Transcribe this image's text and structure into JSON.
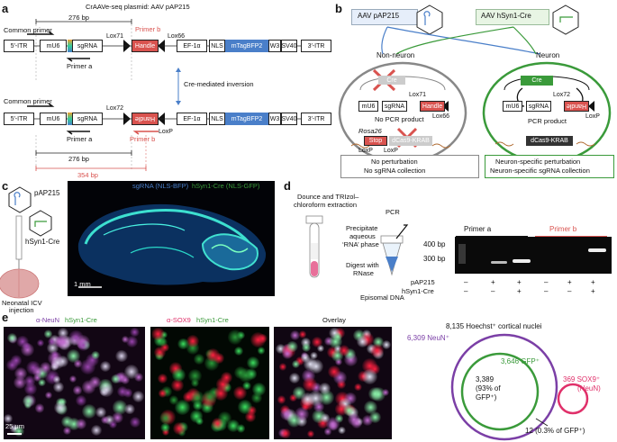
{
  "panel_labels": [
    "a",
    "b",
    "c",
    "d",
    "e"
  ],
  "a": {
    "title": "CrAAVe-seq plasmid: AAV pAP215",
    "bp_top": "276 bp",
    "common_primer_1": "Common primer",
    "common_primer_2": "Common primer",
    "primer_a_1": "Primer a",
    "primer_a_2": "Primer a",
    "primer_b_1": "Primer b",
    "primer_b_2": "Primer b",
    "lox66": "Lox66",
    "lox71": "Lox71",
    "lox72": "Lox72",
    "loxp": "LoxP",
    "inversion": "Cre-mediated inversion",
    "itr5": "5′-ITR",
    "mu6": "mU6",
    "sgrna": "sgRNA",
    "handle": "Handle",
    "ef1a": "EF-1α",
    "nls": "NLS",
    "mtag": "mTagBFP2",
    "w3": "W3",
    "sv40": "SV40",
    "itr3": "3′-ITR",
    "bp_bottom_black": "276 bp",
    "bp_bottom_red": "354 bp"
  },
  "b": {
    "aav_left": "AAV pAP215",
    "aav_right": "AAV hSyn1-Cre",
    "non_neuron": "Non-neuron",
    "neuron": "Neuron",
    "cre": "Cre",
    "no_pcr": "No PCR product",
    "pcr": "PCR product",
    "rosa26": "Rosa26",
    "stop": "Stop",
    "dcas9": "dCas9-KRAB",
    "mu6": "mU6",
    "sgrna": "sgRNA",
    "handle": "Handle",
    "lox71": "Lox71",
    "lox66": "Lox66",
    "lox72": "Lox72",
    "loxp": "LoxP",
    "no_perturb_1": "No perturbation",
    "no_perturb_2": "No sgRNA collection",
    "neuron_perturb_1": "Neuron-specific perturbation",
    "neuron_perturb_2": "Neuron-specific sgRNA collection"
  },
  "c": {
    "pap": "pAP215",
    "hsyn": "hSyn1-Cre",
    "injection_1": "Neonatal ICV",
    "injection_2": "injection",
    "legend_blue": "sgRNA (NLS-BFP)",
    "legend_green": "hSyn1-Cre (NLS-GFP)",
    "scale": "1 mm"
  },
  "d": {
    "step1_1": "Dounce and TRIzol–",
    "step1_2": "chloroform extraction",
    "step2_1": "Precipitate",
    "step2_2": "aqueous",
    "step2_3": "‘RNA’ phase",
    "step3_1": "Digest with",
    "step3_2": "RNase",
    "pcr": "PCR",
    "episomal": "Episomal DNA",
    "primer_a": "Primer a",
    "primer_b": "Primer b",
    "bp400": "400 bp",
    "bp300": "300 bp",
    "row1": "pAP215",
    "row2": "hSyn1-Cre",
    "row1_vals": [
      "–",
      "+",
      "+",
      "–",
      "+",
      "+"
    ],
    "row2_vals": [
      "–",
      "–",
      "+",
      "–",
      "–",
      "+"
    ]
  },
  "e": {
    "t1a": "α-NeuN",
    "t1b": "hSyn1-Cre",
    "t2a": "α-SOX9",
    "t2b": "hSyn1-Cre",
    "t3": "Overlay",
    "scale": "25 μm",
    "venn_title": "8,135 Hoechst⁺ cortical nuclei",
    "neun": "6,309 NeuN⁺",
    "gfp": "3,646 GFP⁺",
    "sox_1": "369 SOX9⁺",
    "sox_2": "(NeuN)",
    "overlap_1": "3,389",
    "overlap_2": "(93% of",
    "overlap_3": "GFP⁺)",
    "small": "12 (0.3% of GFP⁺)"
  },
  "colors": {
    "blue": "#4a7fc9",
    "red": "#d9534f",
    "green": "#3a9a3a",
    "purple": "#7b3fa6",
    "magenta": "#e0306a"
  }
}
